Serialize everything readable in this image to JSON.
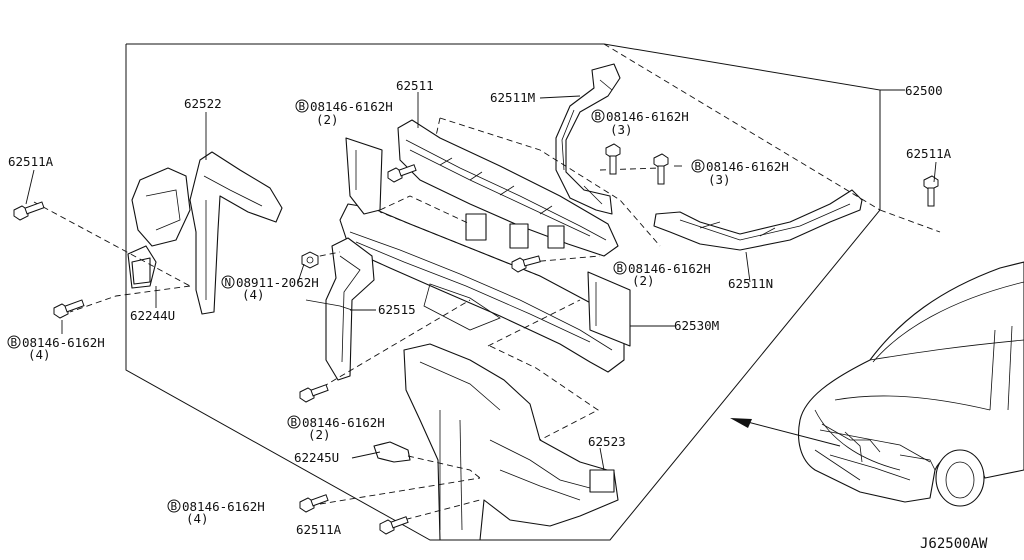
{
  "callouts": {
    "p62500": "62500",
    "p62511": "62511",
    "p62511M": "62511M",
    "p62511N": "62511N",
    "p62511A_left": "62511A",
    "p62511A_right": "62511A",
    "p62511A_bottom": "62511A",
    "p62522": "62522",
    "p62523": "62523",
    "p62515": "62515",
    "p62530M": "62530M",
    "p62244U": "62244U",
    "p62245U": "62245U",
    "bolt_top_center": "08146-6162H",
    "bolt_top_center_qty": "(2)",
    "bolt_top_right": "08146-6162H",
    "bolt_top_right_qty": "(3)",
    "bolt_far_right": "08146-6162H",
    "bolt_far_right_qty": "(3)",
    "bolt_mid_right": "08146-6162H",
    "bolt_mid_right_qty": "(2)",
    "bolt_left": "08146-6162H",
    "bolt_left_qty": "(4)",
    "bolt_mid_center": "08146-6162H",
    "bolt_mid_center_qty": "(2)",
    "bolt_bottom_left": "08146-6162H",
    "bolt_bottom_left_qty": "(4)",
    "nut_center": "08911-2062H",
    "nut_center_qty": "(4)"
  },
  "symbols": {
    "bolt_prefix": "B",
    "nut_prefix": "N"
  },
  "diagram_ref": "J62500AW"
}
